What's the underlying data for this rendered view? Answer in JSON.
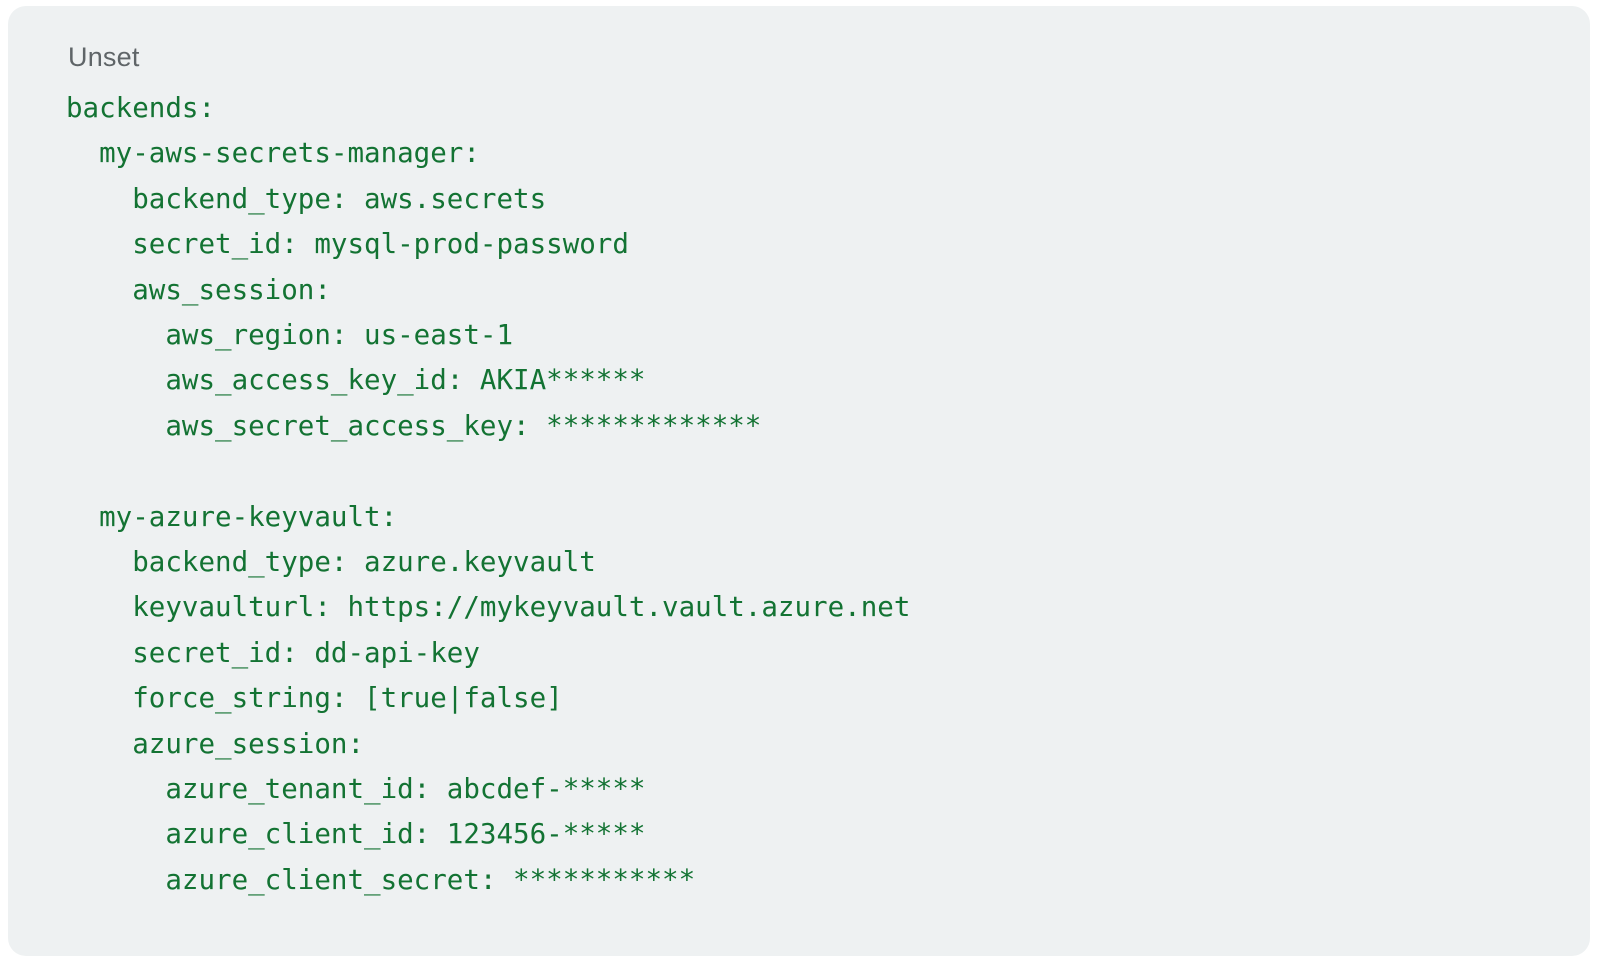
{
  "card": {
    "language_label": "Unset",
    "background_color": "#eef1f2",
    "code_color": "#137333",
    "label_color": "#5f6568"
  },
  "code": {
    "lines": [
      "backends:",
      "  my-aws-secrets-manager:",
      "    backend_type: aws.secrets",
      "    secret_id: mysql-prod-password",
      "    aws_session:",
      "      aws_region: us-east-1",
      "      aws_access_key_id: AKIA******",
      "      aws_secret_access_key: *************",
      "",
      "  my-azure-keyvault:",
      "    backend_type: azure.keyvault",
      "    keyvaulturl: https://mykeyvault.vault.azure.net",
      "    secret_id: dd-api-key",
      "    force_string: [true|false]",
      "    azure_session:",
      "      azure_tenant_id: abcdef-*****",
      "      azure_client_id: 123456-*****",
      "      azure_client_secret: ***********"
    ]
  }
}
